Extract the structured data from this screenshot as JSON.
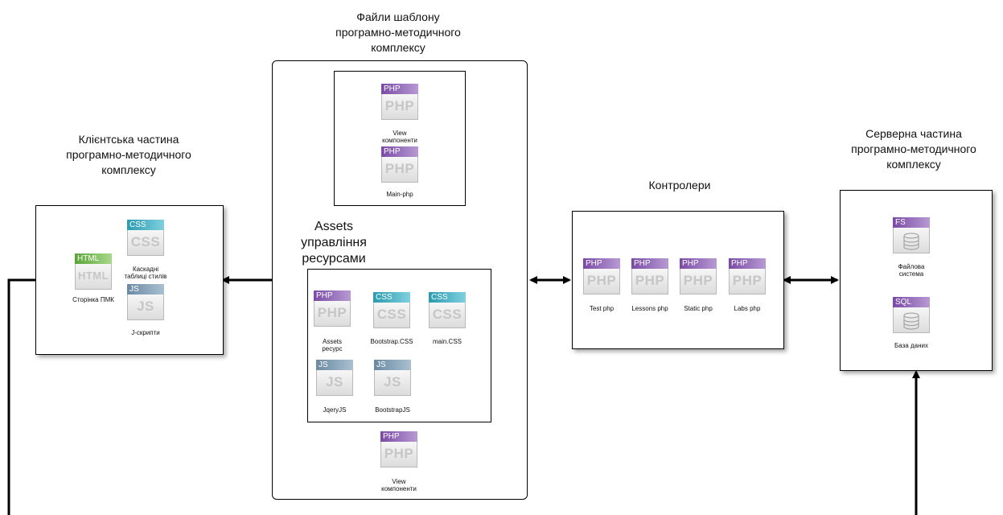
{
  "titles": {
    "template_files": "Файли шаблону\nпрограмно-методичного\nкомплексу",
    "client_part": "Клієнтська частина\nпрограмно-методичного\nкомплексу",
    "server_part": "Серверна частина\nпрограмно-методичного\nкомплексу",
    "controllers": "Контролери",
    "assets": "Assets\nуправління\nресурсами"
  },
  "icons": {
    "php_tag": "PHP",
    "css_tag": "CSS",
    "js_tag": "JS",
    "html_tag": "HTML",
    "fs_tag": "FS",
    "sql_tag": "SQL",
    "php_mark": "PHP",
    "css_mark": "CSS",
    "js_mark": "JS",
    "html_mark": "HTML"
  },
  "labels": {
    "view_components_top": "View\nкомпоненти",
    "main_php": "Main-php",
    "assets_resource": "Assets\nресурс",
    "bootstrap_css": "Bootstrap.CSS",
    "main_css": "main.CSS",
    "jquery_js": "JqeryJS",
    "bootstrap_js": "BootstrapJS",
    "view_components_bottom": "View\nкомпоненти",
    "pmk_page": "Сторінка ПМК",
    "cascading_styles": "Каскадні\nтаблиці стилів",
    "jscripts": "J-скрипти",
    "test_php": "Test php",
    "lessons_php": "Lessons php",
    "static_php": "Static php",
    "labs_php": "Labs php",
    "file_system": "Файлова\nсистема",
    "database": "База даних"
  },
  "colors": {
    "php": "#7a4aa6",
    "css": "#2a9bb0",
    "js": "#6a8aa3",
    "html": "#5aa437",
    "line": "#000000"
  }
}
